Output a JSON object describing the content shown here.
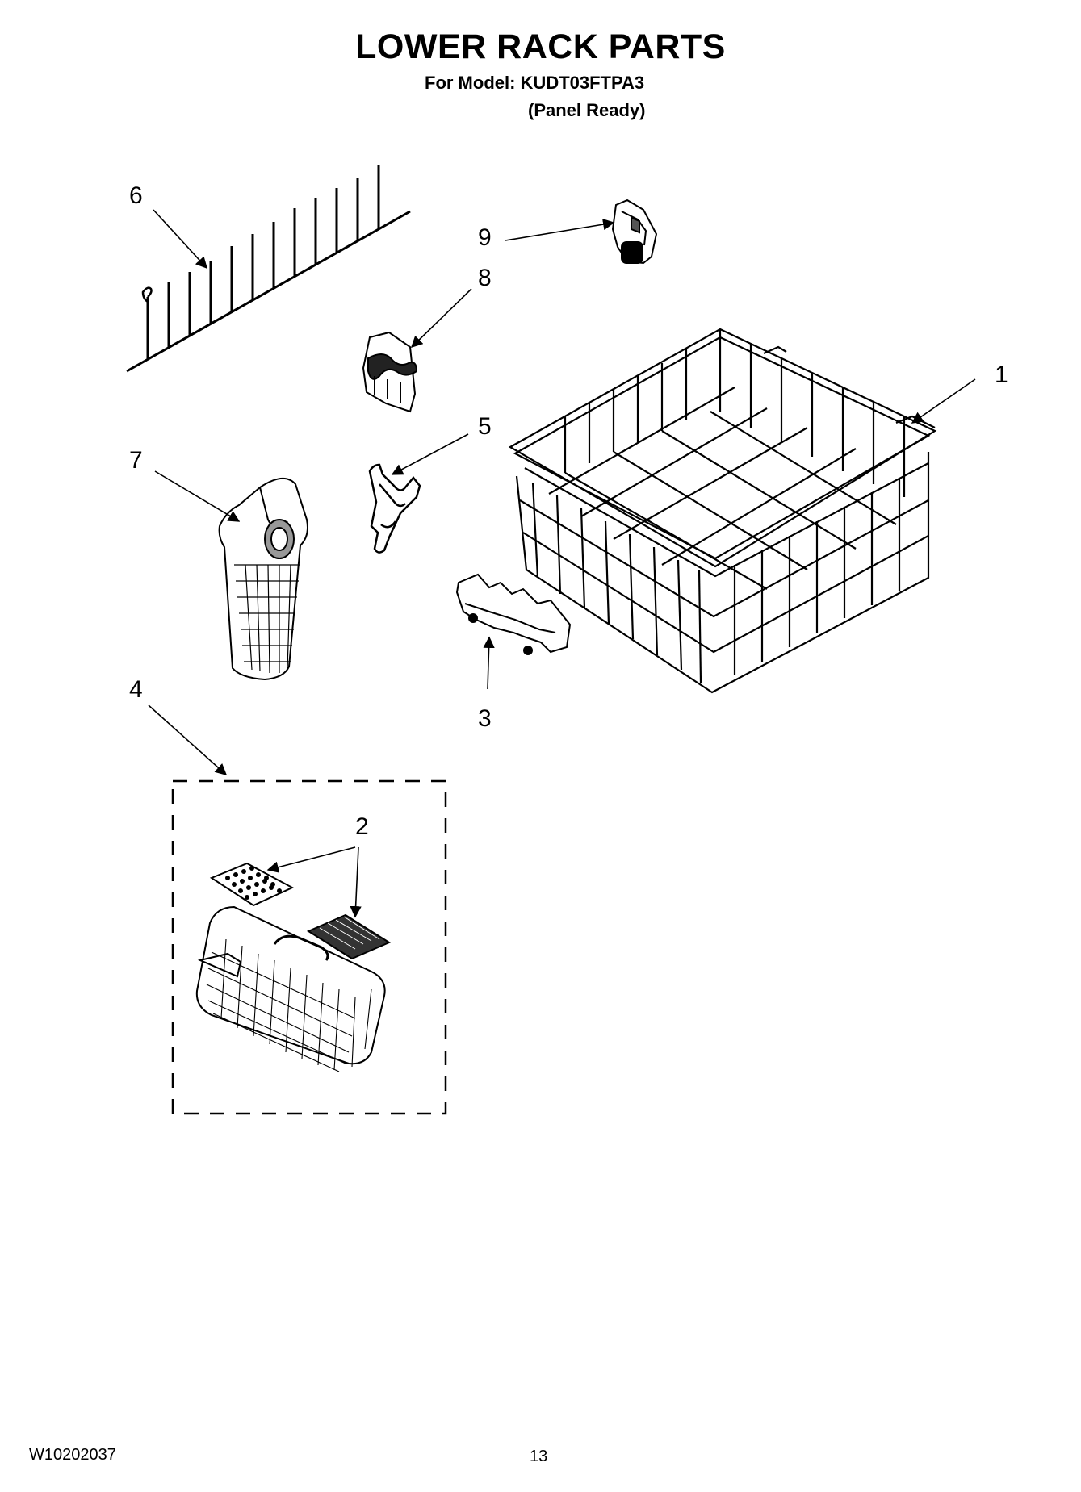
{
  "header": {
    "title": "LOWER RACK PARTS",
    "model_line": "For Model: KUDT03FTPA3",
    "variant": "(Panel Ready)"
  },
  "callouts": [
    {
      "id": "1",
      "part": "lower-rack"
    },
    {
      "id": "2",
      "part": "basket-covers"
    },
    {
      "id": "3",
      "part": "rack-clip"
    },
    {
      "id": "4",
      "part": "silverware-basket-assembly"
    },
    {
      "id": "5",
      "part": "tine-clip"
    },
    {
      "id": "6",
      "part": "tine-row"
    },
    {
      "id": "7",
      "part": "utensil-holder"
    },
    {
      "id": "8",
      "part": "rack-bracket"
    },
    {
      "id": "9",
      "part": "wheel-bracket"
    }
  ],
  "footer": {
    "doc_number": "W10202037",
    "page": "13"
  }
}
